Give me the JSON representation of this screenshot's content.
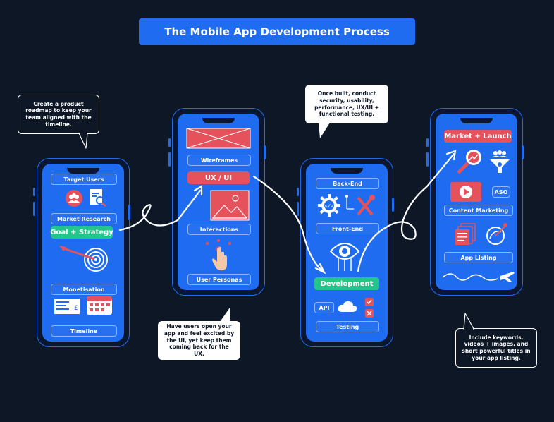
{
  "title": "The Mobile App Development Process",
  "colors": {
    "background": "#0d1726",
    "accent_blue": "#1f6cf0",
    "green": "#22c58b",
    "red": "#e5525c",
    "white": "#ffffff"
  },
  "phone1": {
    "target_users": "Target Users",
    "market_research": "Market Research",
    "goal_strategy": "Goal + Strategy",
    "monetisation": "Monetisation",
    "timeline": "Timeline"
  },
  "phone2": {
    "wireframes": "Wireframes",
    "ux_ui": "UX / UI",
    "interactions": "Interactions",
    "user_personas": "User Personas"
  },
  "phone3": {
    "back_end": "Back-End",
    "front_end": "Front-End",
    "development": "Development",
    "api": "API",
    "testing": "Testing"
  },
  "phone4": {
    "market_launch": "Market + Launch",
    "aso": "ASO",
    "content_marketing": "Content Marketing",
    "app_listing": "App Listing"
  },
  "callouts": {
    "roadmap": "Create a product roadmap to keep your team aligned with the timeline.",
    "testing": "Once built, conduct security, usability, performance, UX/UI + functional testing.",
    "ux": "Have users open your app and feel excited by the UI, yet keep them coming back for the UX.",
    "listing": "Include keywords, videos + images, and short powerful titles in your app listing."
  }
}
